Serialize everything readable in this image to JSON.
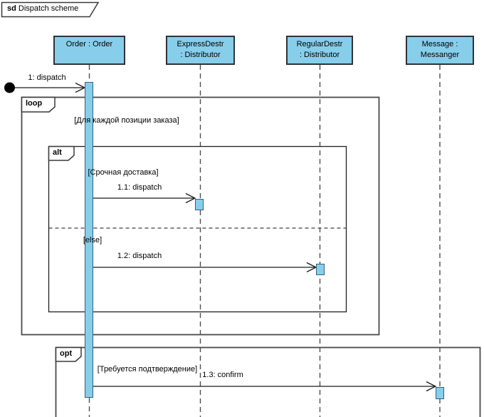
{
  "frame": {
    "keyword": "sd",
    "name": "Dispatch scheme"
  },
  "lifelines": [
    {
      "line1": "Order : Order",
      "line2": ""
    },
    {
      "line1": "ExpressDestr",
      "line2": ": Distributor"
    },
    {
      "line1": "RegularDestr",
      "line2": ": Distributor"
    },
    {
      "line1": "Message :",
      "line2": "Messanger"
    }
  ],
  "fragments": {
    "loop": {
      "operator": "loop",
      "guard": "[Для каждой позиции заказа]"
    },
    "alt": {
      "operator": "alt",
      "guard_if": "[Срочная доставка]",
      "guard_else": "[else]"
    },
    "opt": {
      "operator": "opt",
      "guard": "[Требуется подтверждение]"
    }
  },
  "messages": {
    "m1": {
      "label": "1: dispatch"
    },
    "m2": {
      "label": "1.1: dispatch"
    },
    "m3": {
      "label": "1.2: dispatch"
    },
    "m4": {
      "label": "1.3: confirm"
    }
  },
  "colors": {
    "shape_fill": "#87CEEB",
    "shape_border": "#2E3338",
    "activation_border": "#35607C",
    "fragment_border": "#4A4A4A",
    "lifeline": "#4F4F4F",
    "message_line": "#1A1A1A",
    "background": "#FFFFFF"
  }
}
